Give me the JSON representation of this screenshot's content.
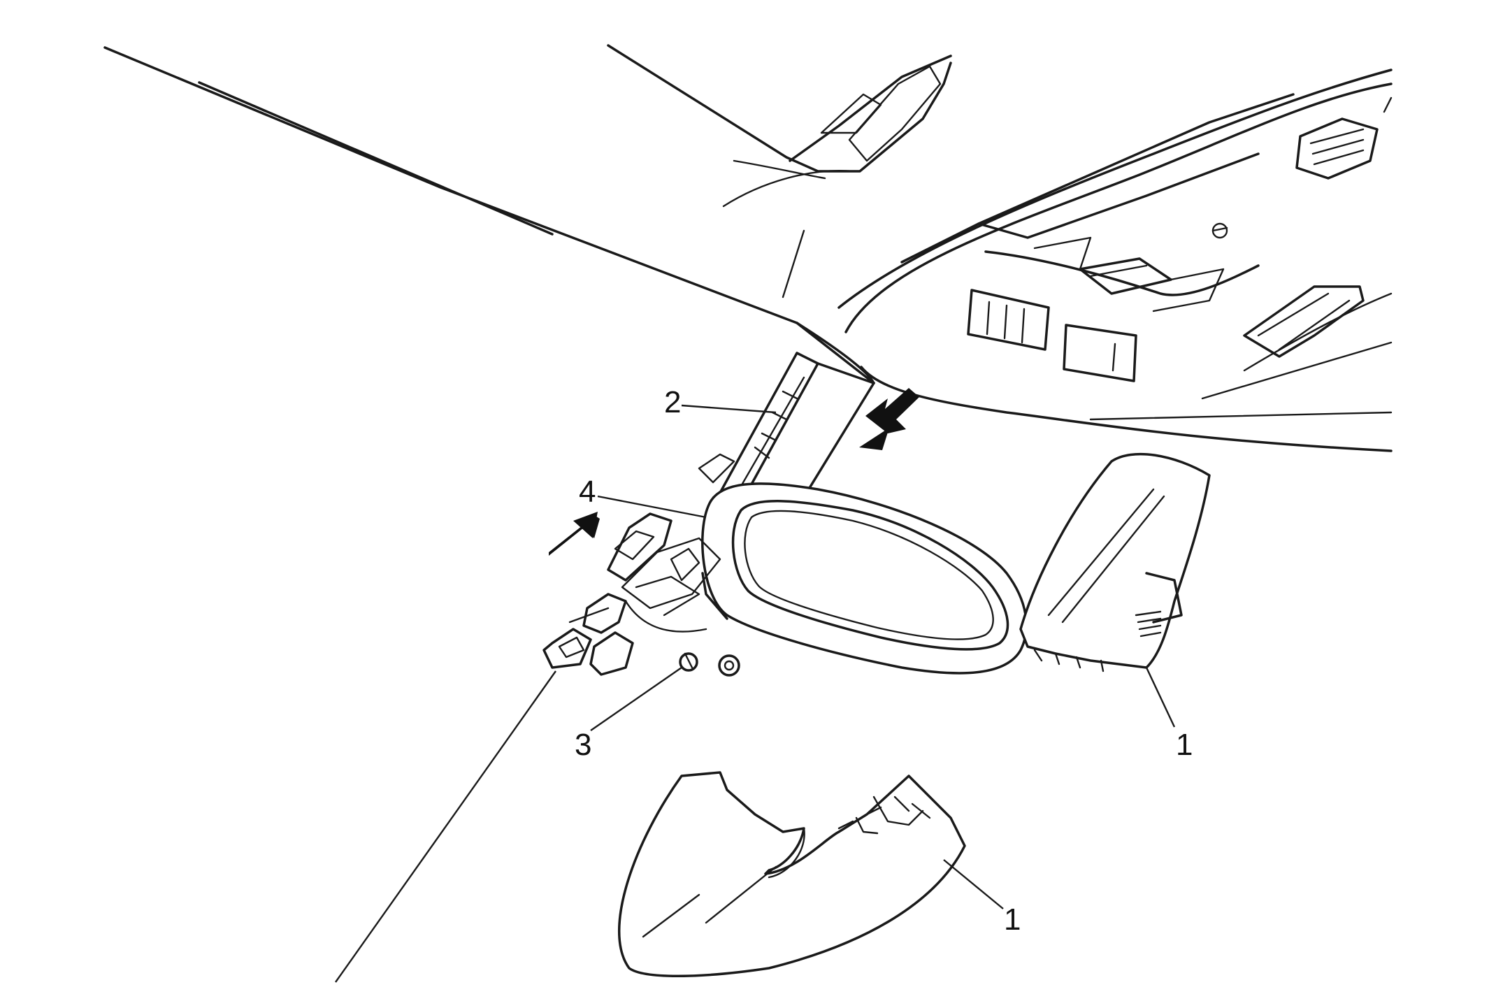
{
  "diagram": {
    "callouts": [
      {
        "id": "c1a",
        "label": "1"
      },
      {
        "id": "c1b",
        "label": "1"
      },
      {
        "id": "c2",
        "label": "2"
      },
      {
        "id": "c3",
        "label": "3"
      },
      {
        "id": "c4",
        "label": "4"
      }
    ],
    "arrows": [
      {
        "id": "arrow-down",
        "direction": "down-left"
      },
      {
        "id": "arrow-up",
        "direction": "up-right"
      }
    ],
    "colors": {
      "stroke": "#1a1a1a",
      "background": "#ffffff"
    }
  }
}
